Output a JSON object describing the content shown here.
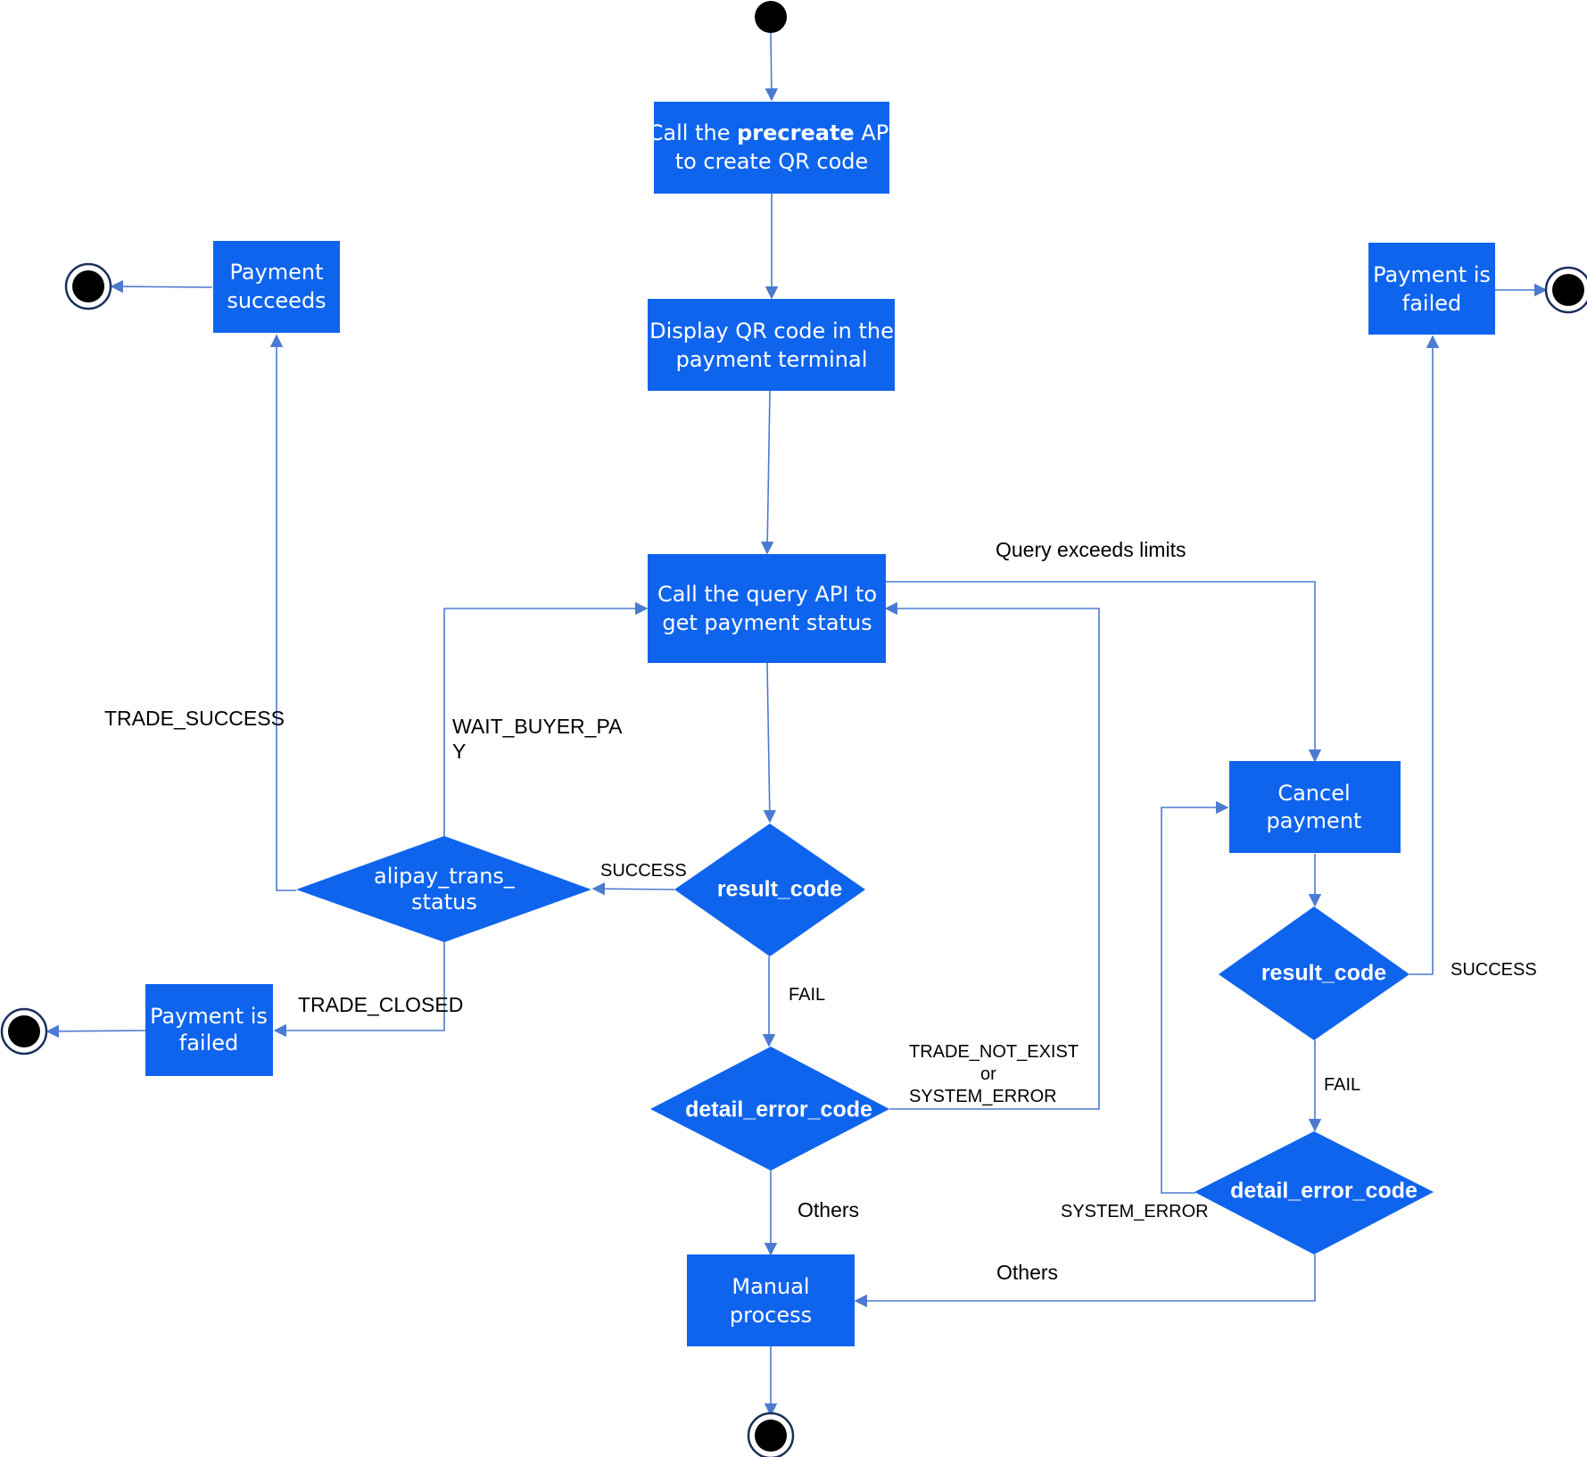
{
  "nodes": {
    "precreate": {
      "line1_pre": "Call the ",
      "line1_bold": "precreate",
      "line1_post": " API",
      "line2": "to create QR code"
    },
    "display_qr": {
      "line1": "Display QR code in the",
      "line2": "payment terminal"
    },
    "query": {
      "line1": "Call the query API to",
      "line2": "get payment status"
    },
    "payment_succeeds": {
      "line1": "Payment",
      "line2": "succeeds"
    },
    "payment_failed_right": {
      "line1": "Payment is",
      "line2": "failed"
    },
    "payment_failed_left": {
      "line1": "Payment is",
      "line2": "failed"
    },
    "cancel": {
      "line1": "Cancel",
      "line2": "payment"
    },
    "manual": {
      "line1": "Manual",
      "line2": "process"
    },
    "trans_status": {
      "line1": "alipay_trans_",
      "line2": "status"
    },
    "result_code_main": {
      "label": "result_code"
    },
    "detail_error_main": {
      "label": "detail_error_code"
    },
    "result_code_cancel": {
      "label": "result_code"
    },
    "detail_error_cancel": {
      "label": "detail_error_code"
    }
  },
  "edge_labels": {
    "query_exceeds": "Query exceeds  limits",
    "trade_success": "TRADE_SUCCESS",
    "wait_buyer_line1": "WAIT_BUYER_PA",
    "wait_buyer_line2": "Y",
    "success_main": "SUCCESS",
    "fail_main": "FAIL",
    "trade_closed": "TRADE_CLOSED",
    "trade_not_exist": "TRADE_NOT_EXIST",
    "or": "or",
    "system_error_main": "SYSTEM_ERROR",
    "others_main": "Others",
    "success_cancel": "SUCCESS",
    "fail_cancel": "FAIL",
    "system_error_cancel": "SYSTEM_ERROR",
    "others_cancel": "Others"
  },
  "colors": {
    "node_fill": "#0f64ee",
    "edge": "#4a7bd0",
    "terminal": "#000000"
  }
}
